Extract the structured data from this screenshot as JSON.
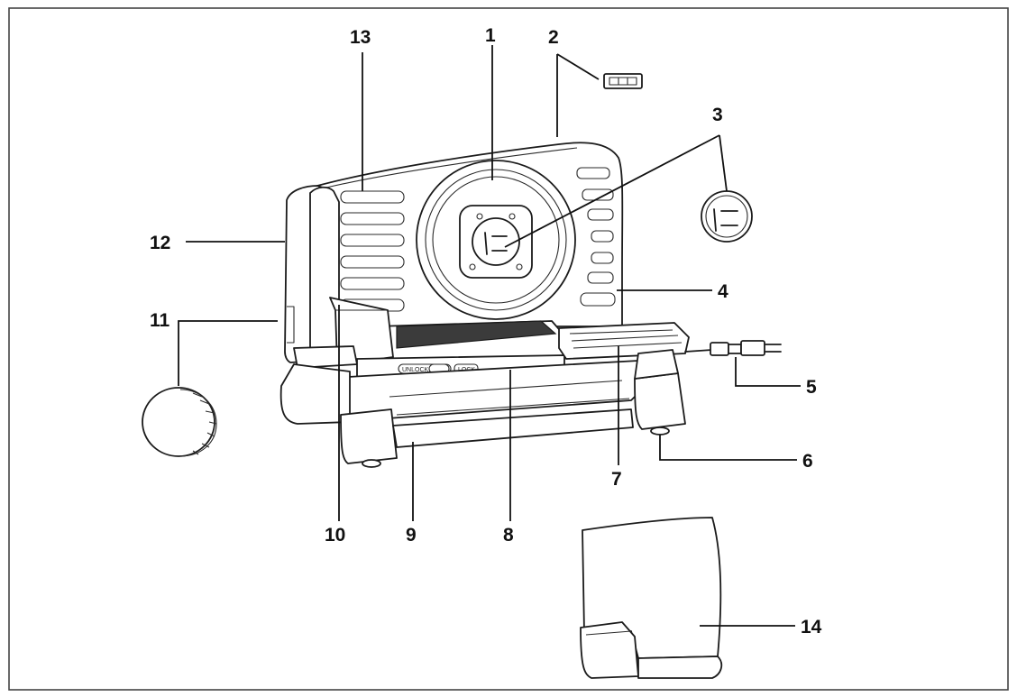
{
  "callouts": {
    "c1": "1",
    "c2": "2",
    "c3": "3",
    "c4": "4",
    "c5": "5",
    "c6": "6",
    "c7": "7",
    "c8": "8",
    "c9": "9",
    "c10": "10",
    "c11": "11",
    "c12": "12",
    "c13": "13",
    "c14": "14"
  },
  "switch": {
    "unlock": "UNLOCK",
    "lock": "LOCK"
  }
}
